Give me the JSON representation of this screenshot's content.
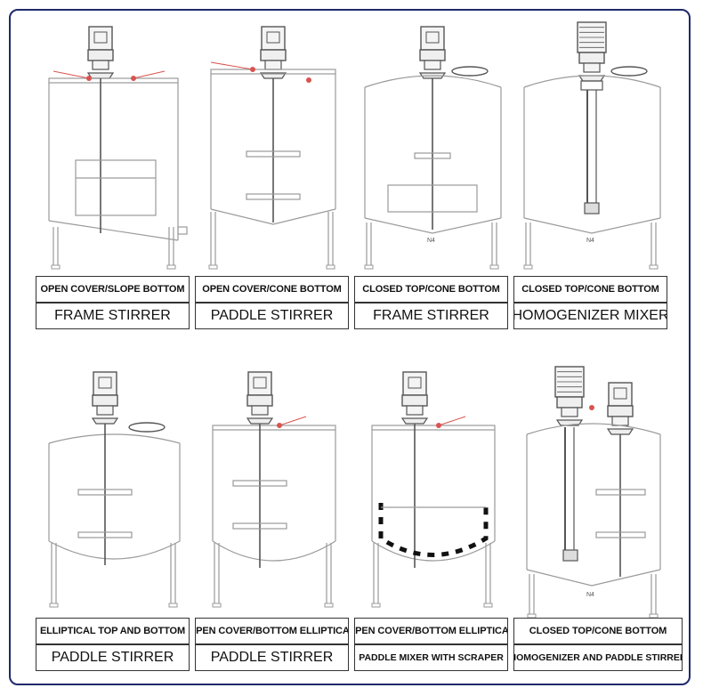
{
  "tanks": [
    {
      "id": "open-slope-frame",
      "top_label": "OPEN COVER/SLOPE BOTTOM",
      "bottom_label": "FRAME STIRRER",
      "nozzle_label": ""
    },
    {
      "id": "open-cone-paddle",
      "top_label": "OPEN COVER/CONE BOTTOM",
      "bottom_label": "PADDLE STIRRER",
      "nozzle_label": ""
    },
    {
      "id": "closed-cone-frame",
      "top_label": "CLOSED TOP/CONE BOTTOM",
      "bottom_label": "FRAME STIRRER",
      "nozzle_label": "N4"
    },
    {
      "id": "closed-cone-homogenizer",
      "top_label": "CLOSED TOP/CONE BOTTOM",
      "bottom_label": "HOMOGENIZER MIXER",
      "nozzle_label": "N4"
    },
    {
      "id": "elliptical-paddle",
      "top_label": "ELLIPTICAL TOP AND BOTTOM",
      "bottom_label": "PADDLE STIRRER",
      "nozzle_label": ""
    },
    {
      "id": "open-elliptical-paddle",
      "top_label": "OPEN COVER/BOTTOM ELLIPTICAL",
      "bottom_label": "PADDLE STIRRER",
      "nozzle_label": ""
    },
    {
      "id": "open-elliptical-scraper",
      "top_label": "OPEN COVER/BOTTOM ELLIPTICAL",
      "bottom_label": "PADDLE MIXER WITH SCRAPER",
      "nozzle_label": ""
    },
    {
      "id": "closed-cone-homo-paddle",
      "top_label": "CLOSED TOP/CONE BOTTOM",
      "bottom_label": "HOMOGENIZER AND PADDLE STIRRER",
      "nozzle_label": "N4"
    }
  ],
  "colors": {
    "frame": "#1f2a6b",
    "line": "#9a9a9a",
    "dark": "#555555",
    "accent": "#d9534f",
    "scraper": "#111111"
  }
}
